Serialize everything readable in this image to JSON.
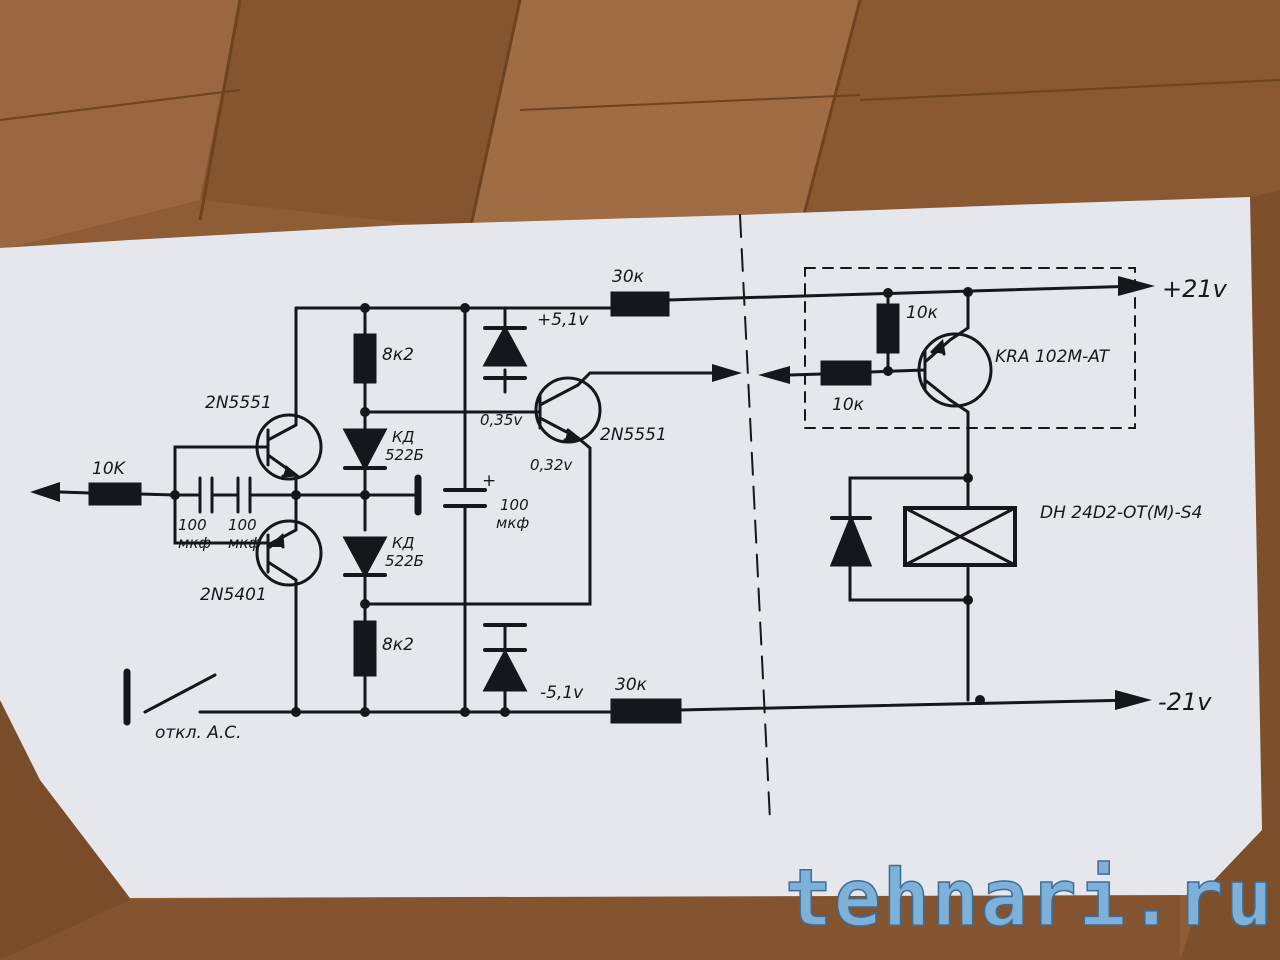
{
  "labels": {
    "r_in": "10K",
    "q_top": "2N5551",
    "q_bot": "2N5401",
    "c1": "100",
    "c1_unit": "мкф",
    "c2": "100",
    "c2_unit": "мкф",
    "r_top": "8к2",
    "r_bot": "8к2",
    "d_top_1": "КД",
    "d_top_2": "522Б",
    "d_bot_1": "КД",
    "d_bot_2": "522Б",
    "v_pos": "+5,1v",
    "v_neg": "-5,1v",
    "c3": "100",
    "c3_unit": "мкф",
    "c3_plus": "+",
    "v_base": "0,35v",
    "v_emit": "0,32v",
    "q_mid": "2N5551",
    "r_30k_top": "30к",
    "r_30k_bot": "30к",
    "r_10k_a": "10к",
    "r_10k_b": "10к",
    "q_right": "KRA 102M-AT",
    "relay": "DH 24D2-OT(M)-S4",
    "rail_pos": "+21v",
    "rail_neg": "-21v",
    "switch": "откл. А.С."
  },
  "watermark": "tehnari.ru",
  "colors": {
    "ink": "#15171c",
    "paper": "#e6e7ec",
    "wood": "#8a5a33"
  }
}
